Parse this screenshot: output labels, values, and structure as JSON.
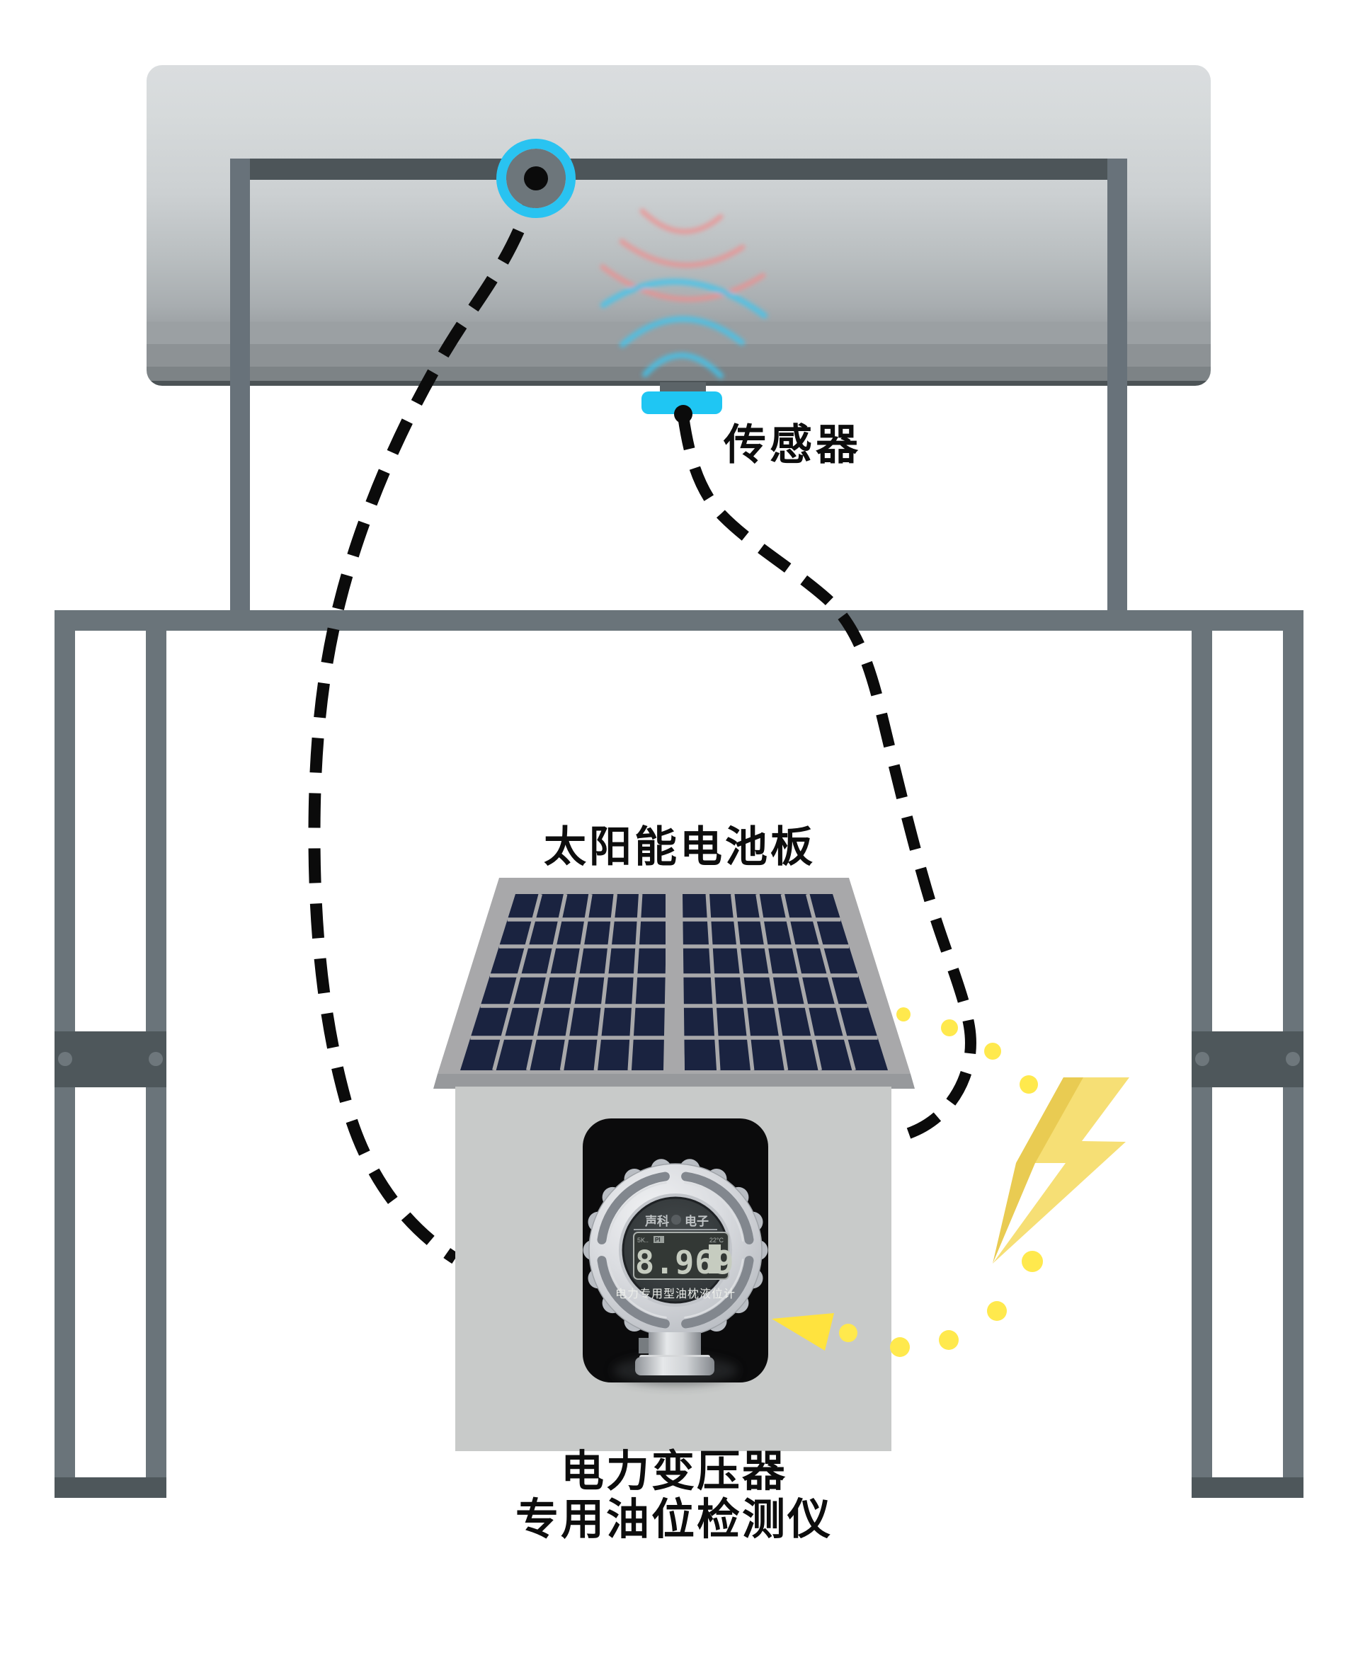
{
  "labels": {
    "sensor": "传感器",
    "solar_panel": "太阳能电池板",
    "device_line1": "电力变压器",
    "device_line2": "专用油位检测仪"
  },
  "gauge": {
    "brand_left": "声科",
    "brand_right": "电子",
    "lcd_marker_left": "5K..",
    "lcd_marker_badge": "PI",
    "lcd_marker_temp": "22°C",
    "lcd_value": "8.969",
    "model_text": "电力专用型油枕液位计"
  },
  "icons": {
    "ultrasonic_waves": "ultrasonic-waves-icon",
    "lightning": "lightning-bolt-icon",
    "arrow": "arrow-left-icon"
  },
  "colors": {
    "sensor_cyan": "#1FC6F3",
    "connector_cyan": "#29C3F1",
    "wave_cyan": "#3EC6EF",
    "wave_red": "#F28C8C",
    "bolt_yellow": "#F6DF75",
    "bolt_shadow": "#E9CB52",
    "dot_yellow": "#FFE94D",
    "arrow_yellow": "#FFE33E",
    "cell_navy": "#1A2340",
    "frame_gray": "#6A747A",
    "beam_dark": "#4D5559",
    "cable_black": "#0B0B0B"
  }
}
